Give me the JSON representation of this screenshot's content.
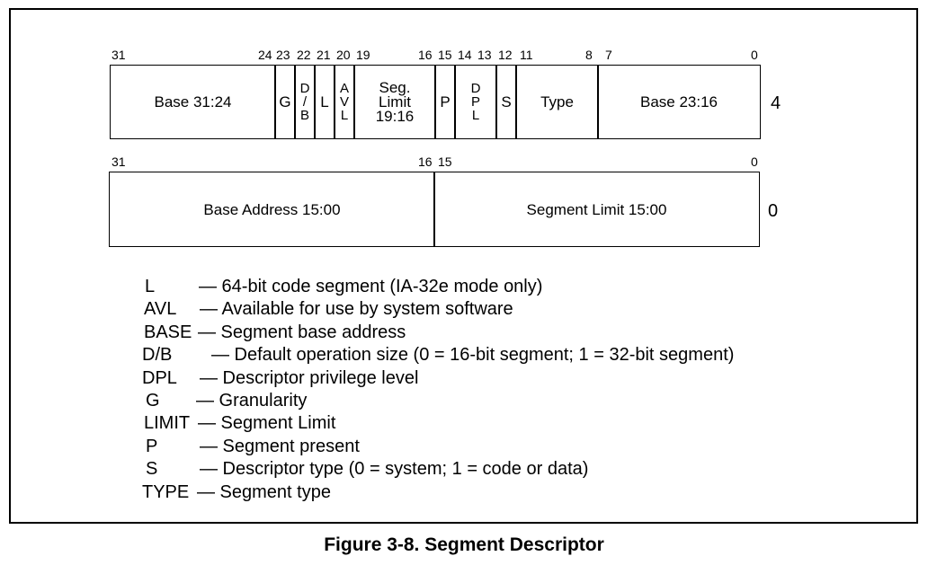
{
  "upper_word": {
    "bit_labels": [
      "31",
      "24",
      "23",
      "22",
      "21",
      "20",
      "19",
      "16",
      "15",
      "14",
      "13",
      "12",
      "11",
      "8",
      "7",
      "0"
    ],
    "fields": {
      "base_31_24": "Base 31:24",
      "g": "G",
      "db": [
        "D",
        "/",
        "B"
      ],
      "l": "L",
      "avl": [
        "A",
        "V",
        "L"
      ],
      "seg_limit": [
        "Seg.",
        "Limit",
        "19:16"
      ],
      "p": "P",
      "dpl": [
        "D",
        "P",
        "L"
      ],
      "s": "S",
      "type": "Type",
      "base_23_16": "Base 23:16"
    },
    "offset": "4"
  },
  "lower_word": {
    "bit_labels": [
      "31",
      "16",
      "15",
      "0"
    ],
    "fields": {
      "base_address": "Base Address 15:00",
      "segment_limit": "Segment Limit 15:00"
    },
    "offset": "0"
  },
  "legend": [
    {
      "term": "L",
      "desc": "— 64-bit code segment (IA-32e mode only)"
    },
    {
      "term": "AVL",
      "desc": "— Available for use by system software"
    },
    {
      "term": "BASE",
      "desc": "— Segment base address"
    },
    {
      "term": "D/B",
      "desc": "— Default operation size (0 = 16-bit segment; 1 = 32-bit segment)"
    },
    {
      "term": "DPL",
      "desc": "— Descriptor privilege level"
    },
    {
      "term": "G",
      "desc": "— Granularity"
    },
    {
      "term": "LIMIT",
      "desc": "— Segment Limit"
    },
    {
      "term": "P",
      "desc": "— Segment present"
    },
    {
      "term": "S",
      "desc": "— Descriptor type (0 = system; 1 = code or data)"
    },
    {
      "term": "TYPE",
      "desc": "— Segment type"
    }
  ],
  "caption": "Figure 3-8.  Segment Descriptor"
}
